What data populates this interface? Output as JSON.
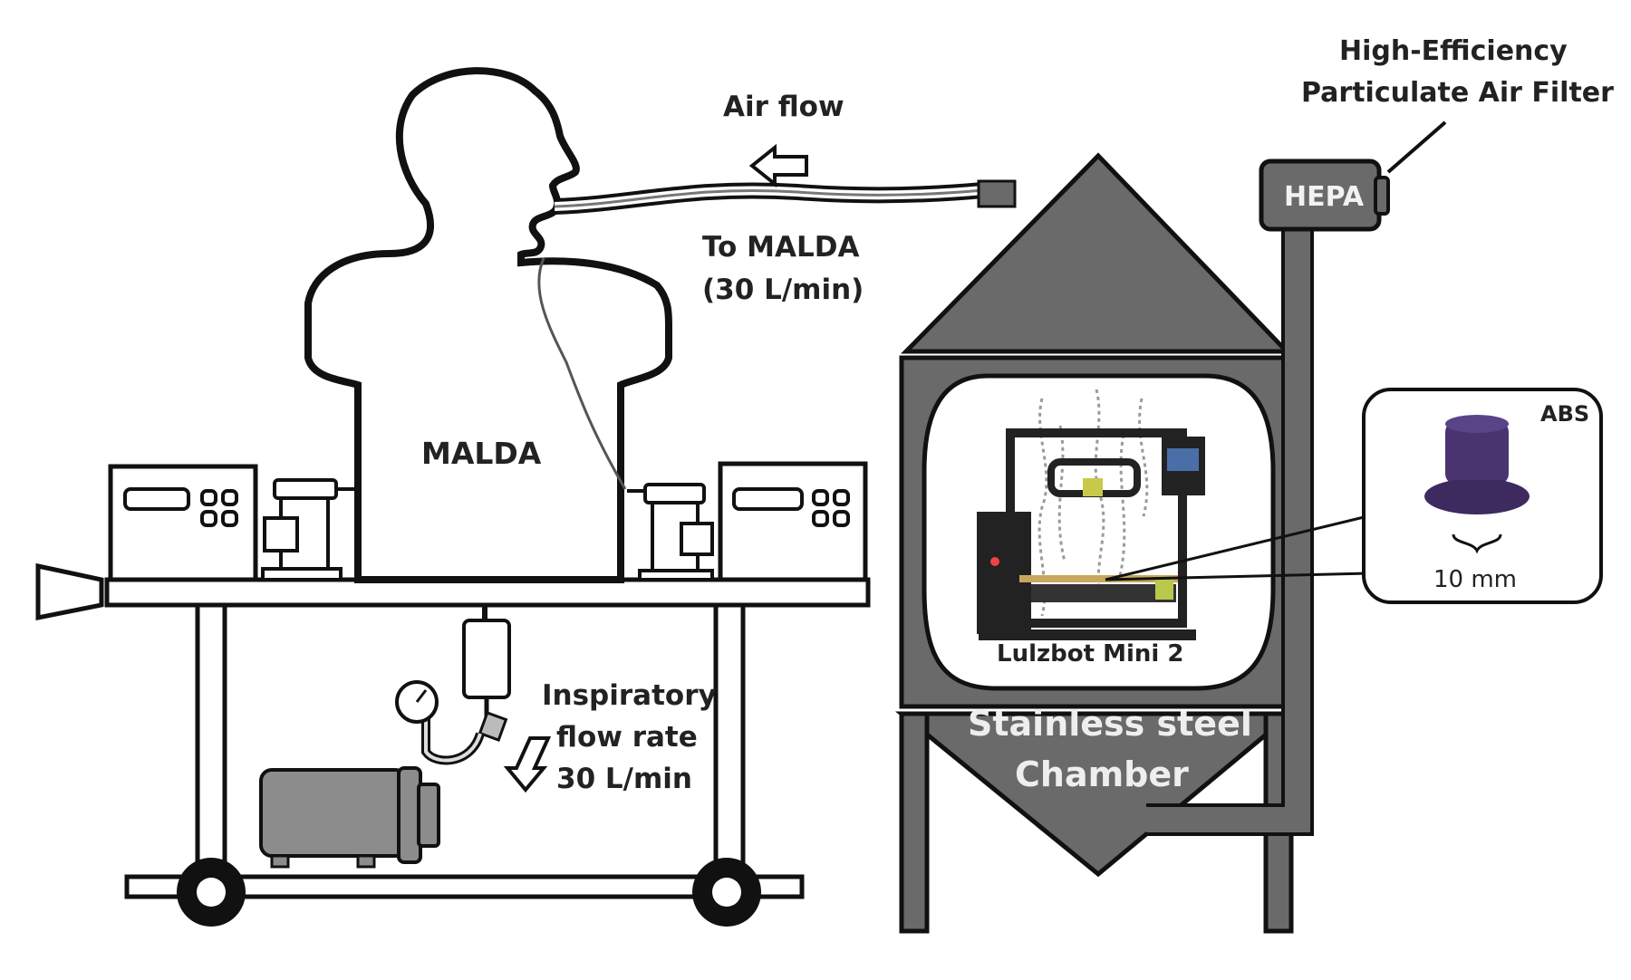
{
  "labels": {
    "air_flow": "Air flow",
    "to_malda_1": "To MALDA",
    "to_malda_2": "(30 L/min)",
    "malda": "MALDA",
    "hepa_title_1": "High-Efficiency",
    "hepa_title_2": "Particulate Air Filter",
    "hepa": "HEPA",
    "abs": "ABS",
    "scale": "10 mm",
    "printer": "Lulzbot Mini 2",
    "chamber_1": "Stainless steel",
    "chamber_2": "Chamber",
    "flow_1": "Inspiratory",
    "flow_2": "flow rate",
    "flow_3": "30 L/min"
  },
  "colors": {
    "chamber": "#6a6a6a",
    "outline": "#111111",
    "pump": "#8c8c8c",
    "abs_part": "#4a3470"
  }
}
